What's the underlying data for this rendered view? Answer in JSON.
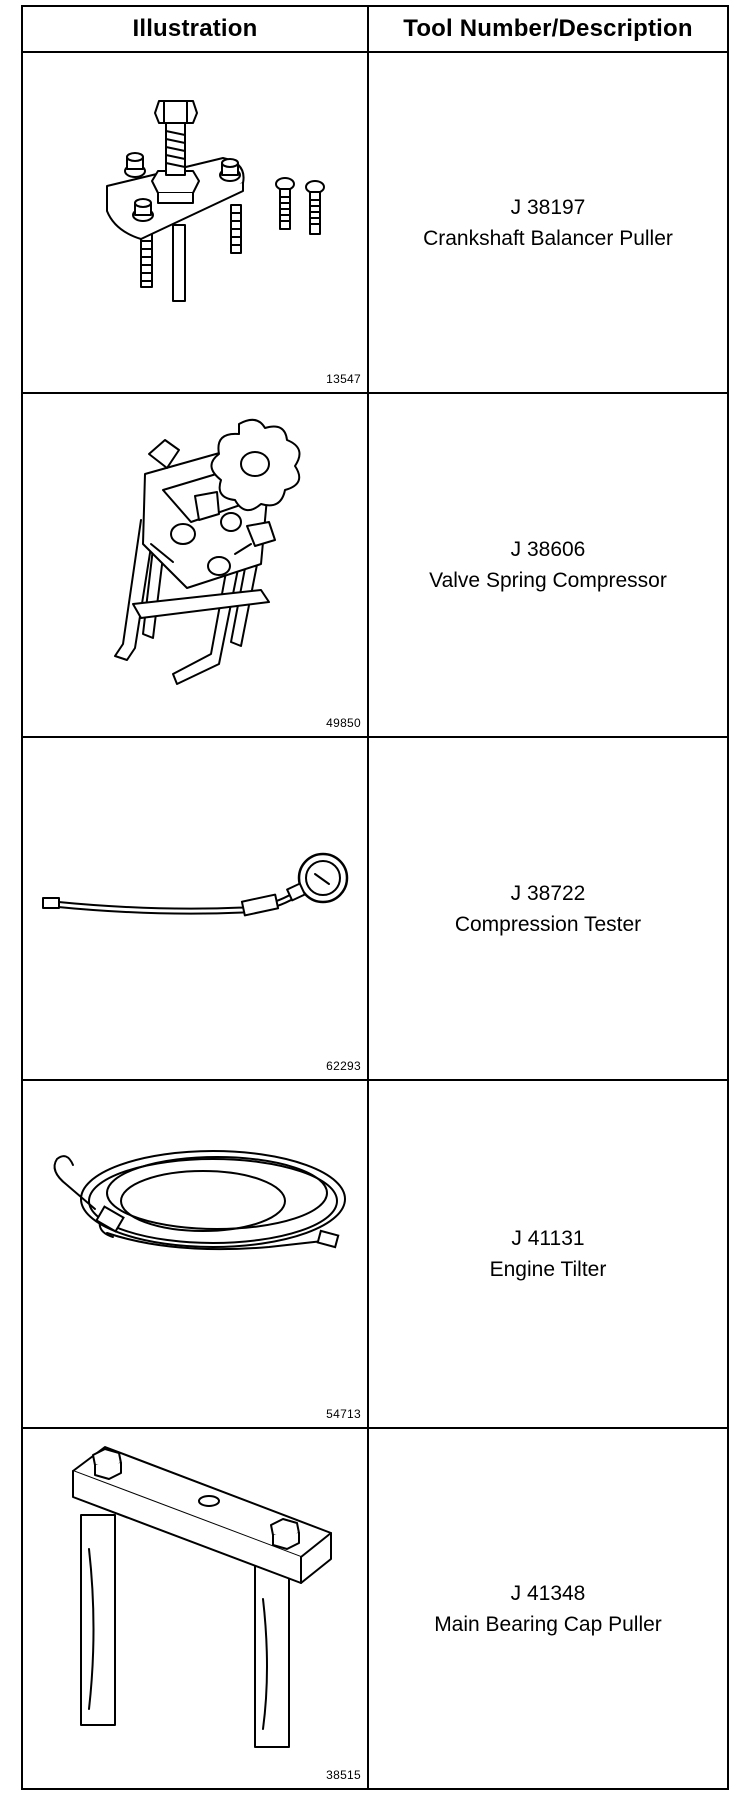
{
  "table": {
    "headers": {
      "illustration": "Illustration",
      "tool": "Tool Number/Description"
    },
    "rows": [
      {
        "tool_number": "J 38197",
        "description": "Crankshaft Balancer Puller",
        "figure_number": "13547",
        "illustration_icon": "balancer-puller-icon"
      },
      {
        "tool_number": "J 38606",
        "description": "Valve Spring Compressor",
        "figure_number": "49850",
        "illustration_icon": "valve-spring-compressor-icon"
      },
      {
        "tool_number": "J 38722",
        "description": "Compression Tester",
        "figure_number": "62293",
        "illustration_icon": "compression-tester-icon"
      },
      {
        "tool_number": "J 41131",
        "description": "Engine Tilter",
        "figure_number": "54713",
        "illustration_icon": "engine-tilter-icon"
      },
      {
        "tool_number": "J 41348",
        "description": "Main Bearing Cap Puller",
        "figure_number": "38515",
        "illustration_icon": "bearing-cap-puller-icon"
      }
    ]
  }
}
